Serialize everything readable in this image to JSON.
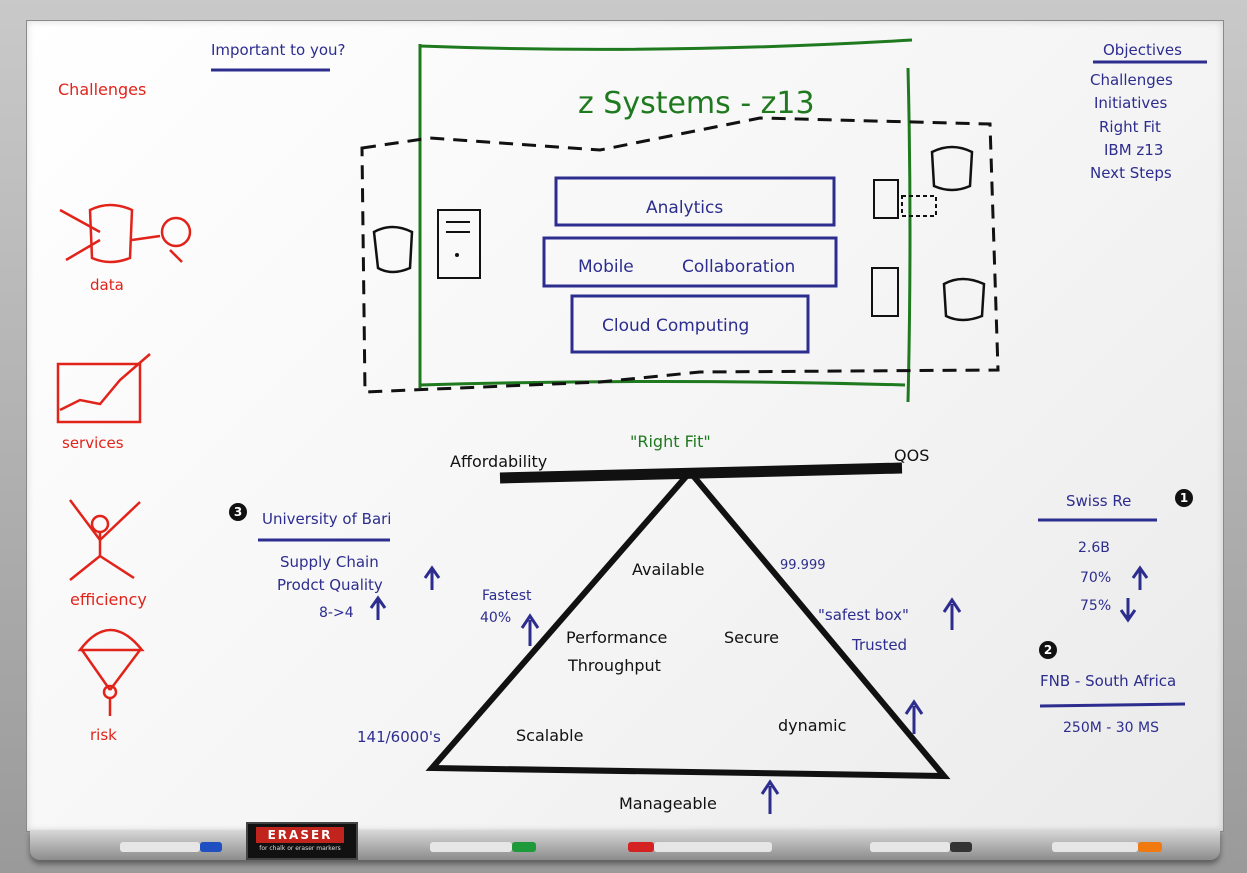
{
  "header": {
    "important": "Important to you?"
  },
  "left": {
    "challenges": "Challenges",
    "data": "data",
    "services": "services",
    "efficiency": "efficiency",
    "risk": "risk"
  },
  "center": {
    "title": "z Systems - z13",
    "analytics": "Analytics",
    "mobile": "Mobile",
    "collaboration": "Collaboration",
    "cloud": "Cloud Computing"
  },
  "objectives": {
    "heading": "Objectives",
    "items": [
      "Challenges",
      "Initiatives",
      "Right Fit",
      "IBM z13",
      "Next Steps"
    ]
  },
  "balance": {
    "right_fit": "\"Right Fit\"",
    "affordability": "Affordability",
    "qos": "QOS",
    "available": "Available",
    "nines": "99.999",
    "fastest": "Fastest",
    "forty": "40%",
    "performance": "Performance",
    "throughput": "Throughput",
    "secure": "Secure",
    "safest": "\"safest box\"",
    "trusted": "Trusted",
    "scalable": "Scalable",
    "dynamic": "dynamic",
    "counts": "141/6000's",
    "manageable": "Manageable"
  },
  "bari": {
    "number": "3",
    "title": "University of Bari",
    "supply": "Supply Chain",
    "quality": "Prodct Quality",
    "ratio": "8->4"
  },
  "swiss": {
    "number": "1",
    "title": "Swiss Re",
    "v1": "2.6B",
    "v2": "70%",
    "v3": "75%"
  },
  "fnb": {
    "number": "2",
    "title": "FNB - South Africa",
    "value": "250M - 30 MS"
  },
  "tray": {
    "eraser": "ERASER",
    "eraser_sub": "for chalk or eraser markers"
  },
  "colors": {
    "blue": "#2d2d8f",
    "red": "#e2231a",
    "green": "#1f7a1f",
    "black": "#111111"
  }
}
